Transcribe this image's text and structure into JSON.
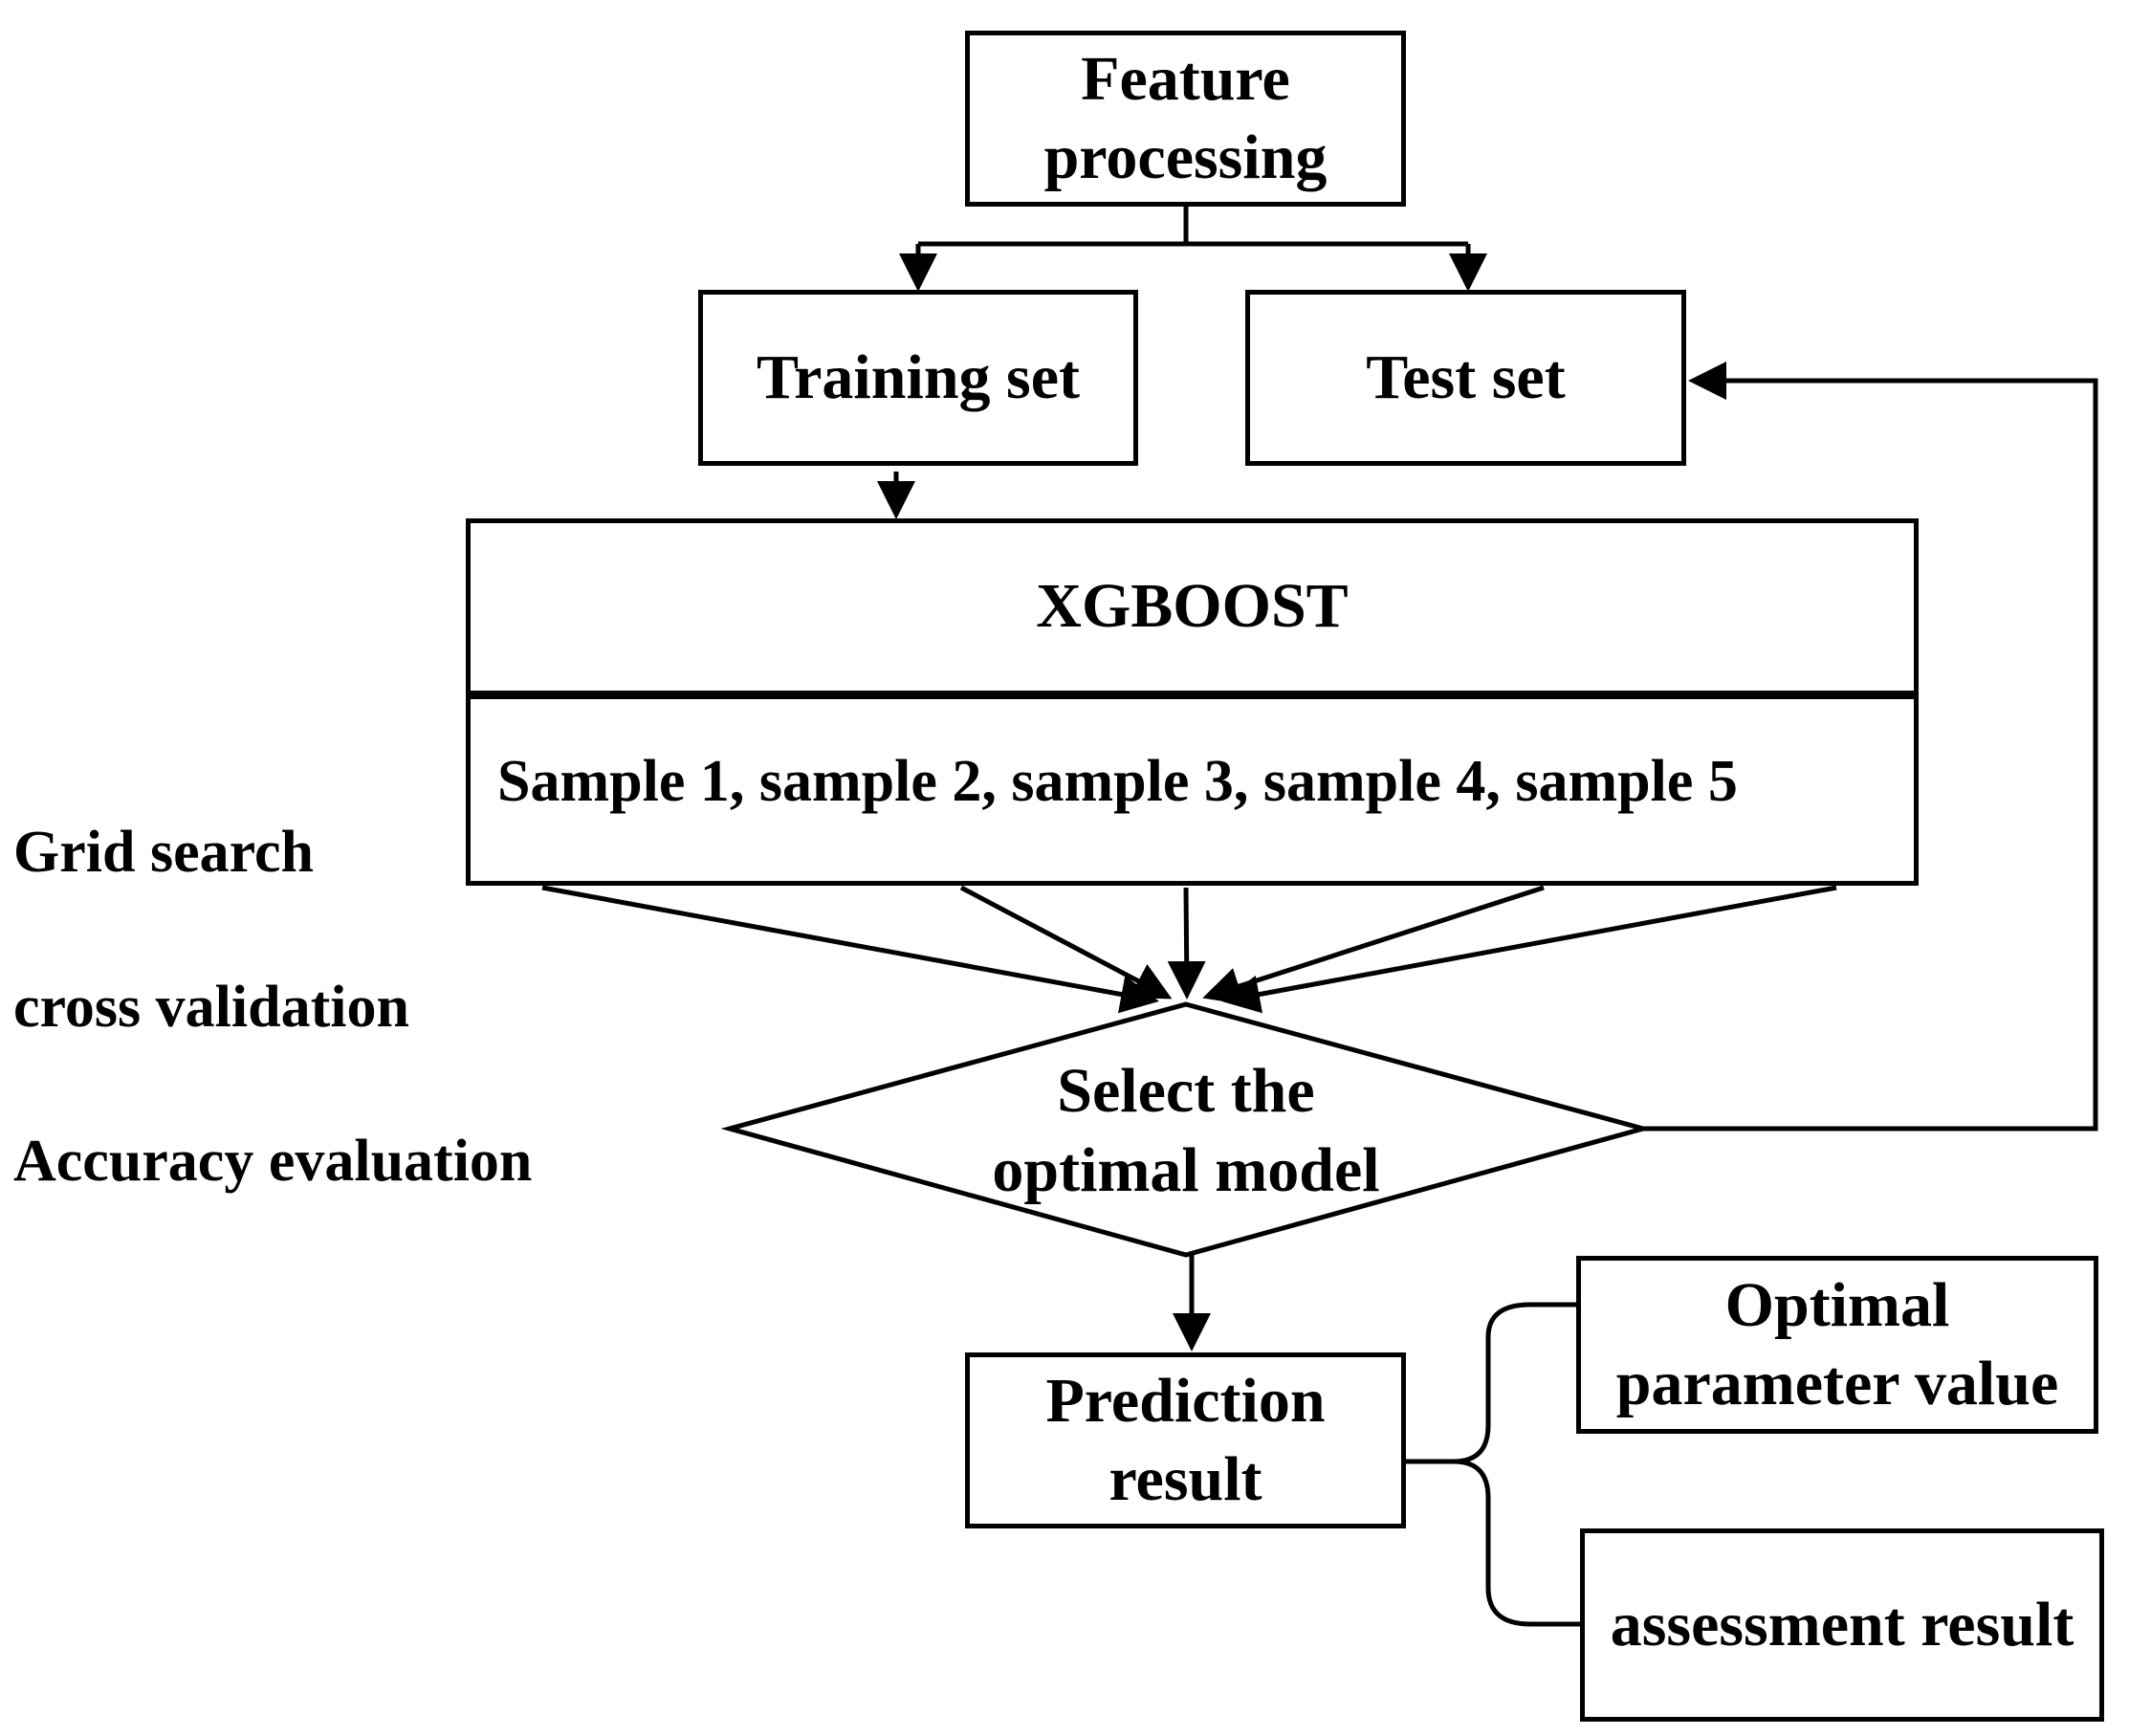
{
  "nodes": {
    "feature_processing": "Feature processing",
    "training_set": "Training set",
    "test_set": "Test set",
    "xgboost_title": "XGBOOST",
    "samples": "Sample 1, sample 2, sample 3, sample 4, sample 5",
    "select_optimal": "Select the optimal model",
    "prediction_result": "Prediction result",
    "optimal_parameter": "Optimal parameter value",
    "assessment_result": "assessment result"
  },
  "side_labels": {
    "grid_search": "Grid search",
    "cross_validation": "cross validation",
    "accuracy_evaluation": "Accuracy evaluation"
  }
}
